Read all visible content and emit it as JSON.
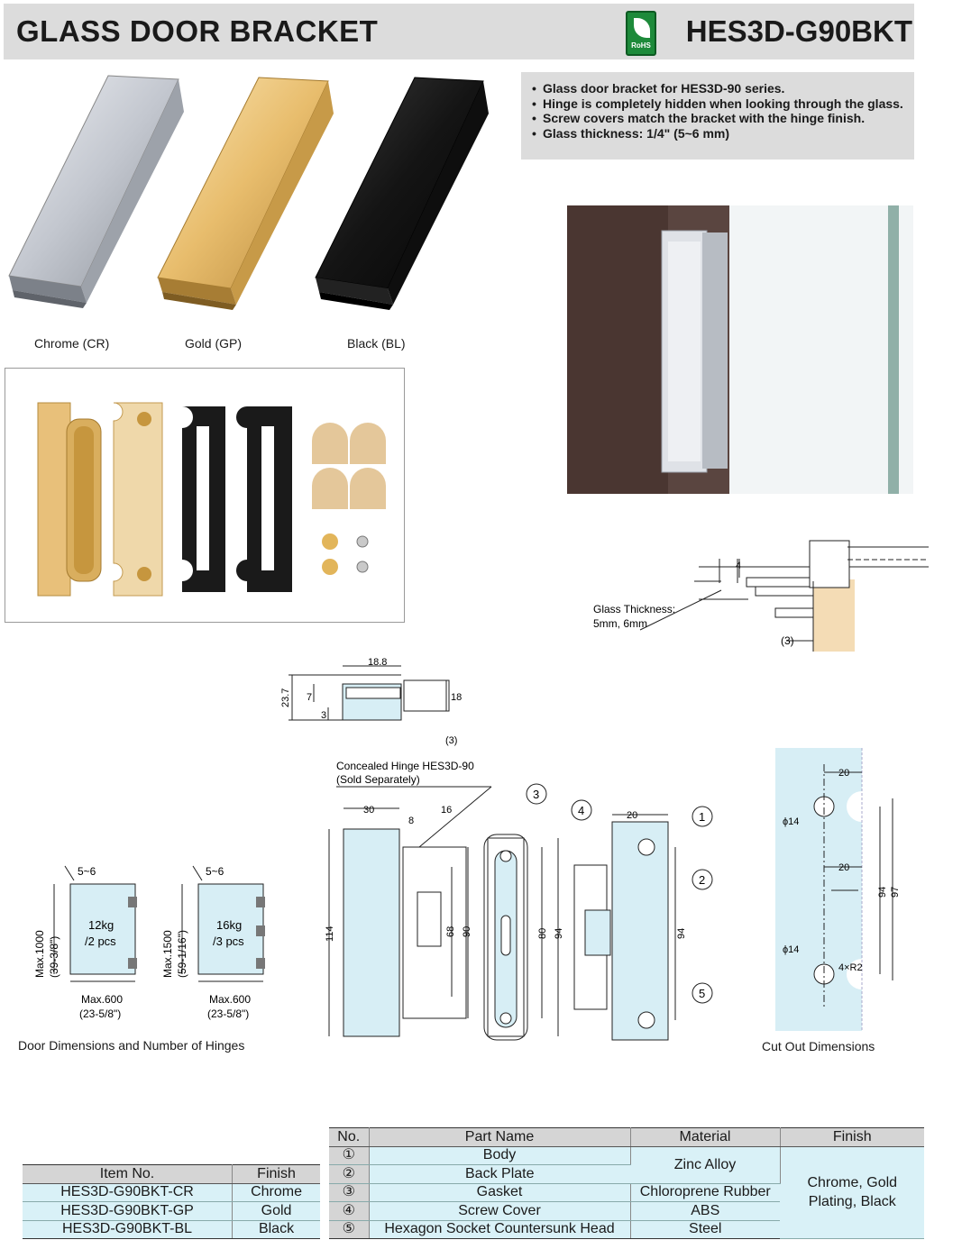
{
  "header": {
    "title": "GLASS DOOR BRACKET",
    "model": "HES3D-G90BKT",
    "rohs_badge": "RoHS"
  },
  "features": [
    "Glass door bracket for HES3D-90 series.",
    "Hinge is completely hidden when looking through the glass.",
    "Screw covers match the bracket with the hinge finish.",
    "Glass thickness: 1/4\" (5~6 mm)"
  ],
  "finishes": [
    {
      "label": "Chrome (CR)",
      "color": "#c9ccd2"
    },
    {
      "label": "Gold (GP)",
      "color": "#e7c07a"
    },
    {
      "label": "Black (BL)",
      "color": "#151515"
    }
  ],
  "glass_detail": {
    "label_1": "Glass Thickness:",
    "label_2": "5mm, 6mm",
    "dim_4": "4",
    "dim_3": "(3)"
  },
  "side_view": {
    "dim_18_8": "18.8",
    "dim_23_7": "23.7",
    "dim_7": "7",
    "dim_3": "3",
    "dim_18": "18",
    "dim_paren_3": "(3)"
  },
  "door_dims": {
    "caption": "Door Dimensions and Number of Hinges",
    "door1": {
      "gap": "5~6",
      "height": "Max.1000",
      "height_in": "(39-3/8\")",
      "load": "12kg",
      "hinges": "/2 pcs",
      "width": "Max.600",
      "width_in": "(23-5/8\")"
    },
    "door2": {
      "gap": "5~6",
      "height": "Max.1500",
      "height_in": "(59-1/16\")",
      "load": "16kg",
      "hinges": "/3 pcs",
      "width": "Max.600",
      "width_in": "(23-5/8\")"
    }
  },
  "assembly": {
    "hinge_note_1": "Concealed Hinge HES3D-90",
    "hinge_note_2": "(Sold Separately)",
    "dim_30": "30",
    "dim_8": "8",
    "dim_16": "16",
    "dim_114": "114",
    "dim_68": "68",
    "dim_90": "90",
    "dim_80": "80",
    "dim_94a": "94",
    "dim_20": "20",
    "dim_94b": "94",
    "callouts": [
      "1",
      "2",
      "3",
      "4",
      "5"
    ]
  },
  "cutout": {
    "caption": "Cut Out Dimensions",
    "dim_20a": "20",
    "dim_20b": "20",
    "phi_a": "ϕ14",
    "phi_b": "ϕ14",
    "radius": "4×R2",
    "dim_94": "94",
    "dim_97": "97"
  },
  "items_table": {
    "headers": [
      "Item No.",
      "Finish"
    ],
    "rows": [
      [
        "HES3D-G90BKT-CR",
        "Chrome"
      ],
      [
        "HES3D-G90BKT-GP",
        "Gold"
      ],
      [
        "HES3D-G90BKT-BL",
        "Black"
      ]
    ]
  },
  "parts_table": {
    "headers": [
      "No.",
      "Part Name",
      "Material",
      "Finish"
    ],
    "numbers": [
      "①",
      "②",
      "③",
      "④",
      "⑤"
    ],
    "names": [
      "Body",
      "Back Plate",
      "Gasket",
      "Screw Cover",
      "Hexagon Socket Countersunk Head"
    ],
    "material_zinc": "Zinc Alloy",
    "material_chloro": "Chloroprene Rubber",
    "material_abs": "ABS",
    "material_steel": "Steel",
    "finish_1": "Chrome, Gold",
    "finish_2": "Plating, Black"
  }
}
